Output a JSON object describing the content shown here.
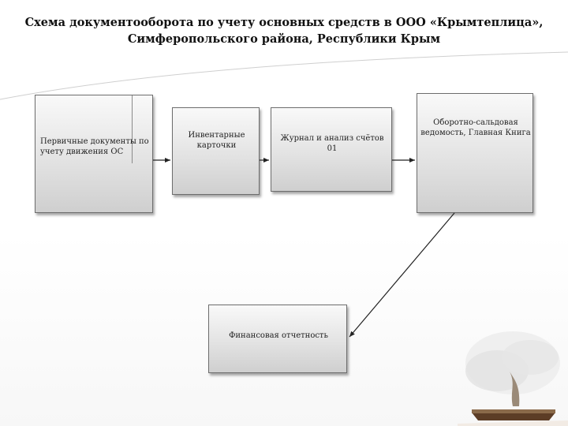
{
  "title": {
    "line1": "Схема документооборота по учету основных средств в ООО «Крымтеплица»,",
    "line2": "Симферопольского района, Республики Крым"
  },
  "boxes": {
    "primary_docs": "Первичные документы по учету движения ОС",
    "inventory_cards": "Инвентарные карточки",
    "journal": "Журнал и анализ счётов 01",
    "trial_balance": "Оборотно-сальдовая ведомость, Главная Книга",
    "financial_reporting": "Финансовая отчетность"
  },
  "colors": {
    "box_border": "#6d6d6d",
    "arrow": "#222222"
  },
  "icons": {
    "corner_decoration": "bonsai-tree-icon"
  }
}
